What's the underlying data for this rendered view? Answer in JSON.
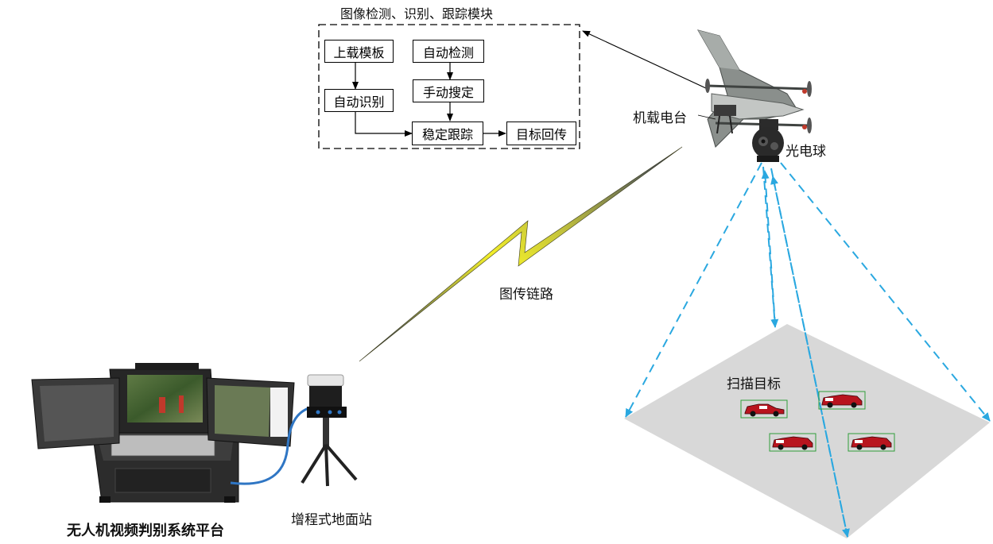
{
  "module": {
    "title": "图像检测、识别、跟踪模块",
    "steps": {
      "upload_template": "上载模板",
      "auto_detect": "自动检测",
      "manual_search": "手动搜定",
      "auto_recognize": "自动识别",
      "stable_track": "稳定跟踪",
      "target_return": "目标回传"
    }
  },
  "labels": {
    "airborne_gimbal": "机载电台",
    "optoelectronic_ball": "光电球",
    "image_link": "图传链路",
    "scan_target": "扫描目标",
    "ground_station": "增程式地面站",
    "platform": "无人机视频判别系统平台"
  },
  "colors": {
    "beam": "#2aa8e0",
    "link_yellow": "#f2ee2a",
    "link_dark": "#2b3565",
    "ground_plane": "#d8d8d8",
    "car_red": "#b8141e",
    "target_box": "#2f9e3a"
  },
  "icons": {
    "drone": "fixed-wing-vtol-drone-icon",
    "gimbal": "gimbal-camera-icon",
    "case": "rugged-laptop-case-icon",
    "station": "tripod-ground-station-icon",
    "car": "car-icon"
  }
}
